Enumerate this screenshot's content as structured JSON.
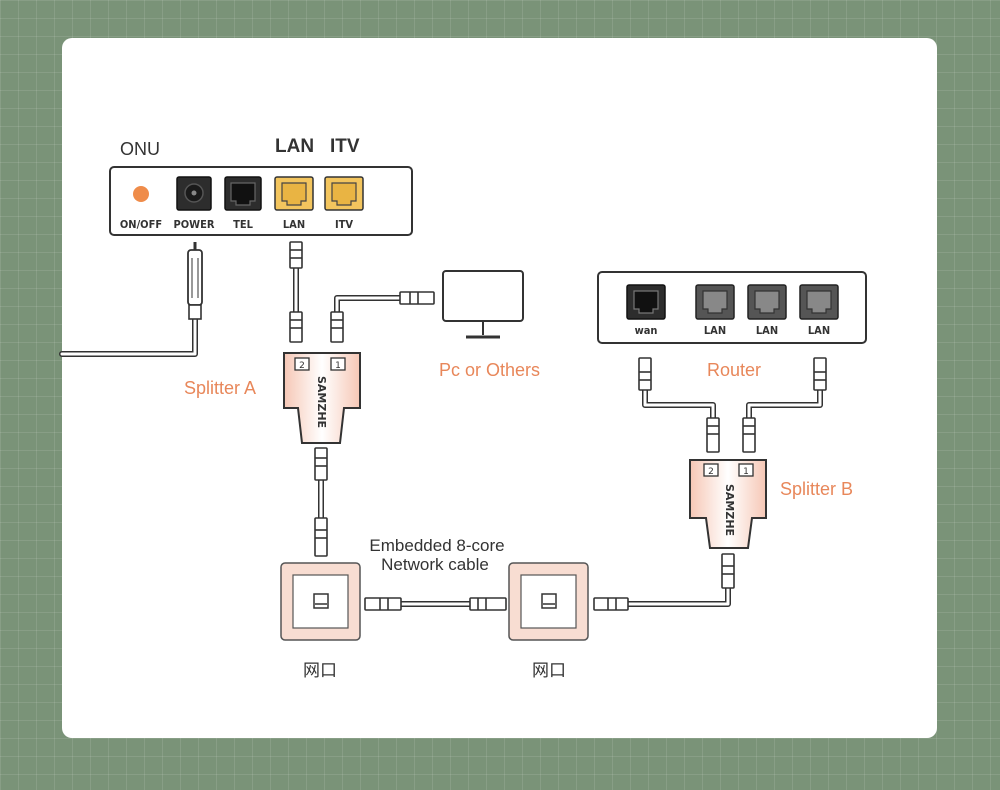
{
  "onu": {
    "title": "ONU",
    "header_lan": "LAN",
    "header_itv": "ITV",
    "ports": [
      "ON/OFF",
      "POWER",
      "TEL",
      "LAN",
      "ITV"
    ]
  },
  "router": {
    "title": "Router",
    "ports": [
      "wan",
      "LAN",
      "LAN",
      "LAN"
    ]
  },
  "splitter_a": {
    "label": "Splitter A",
    "brand": "SAMZHE",
    "port_1": "1",
    "port_2": "2"
  },
  "splitter_b": {
    "label": "Splitter B",
    "brand": "SAMZHE",
    "port_1": "1",
    "port_2": "2"
  },
  "pc": {
    "label": "Pc or Others"
  },
  "cable": {
    "line1": "Embedded 8-core",
    "line2": "Network cable"
  },
  "wall_ports": {
    "left": "网口",
    "right": "网口"
  },
  "colors": {
    "background": "#7a9378",
    "accent": "#e8875a",
    "port_yellow": "#f3c55e",
    "wall_plate": "#f8ddd2"
  }
}
